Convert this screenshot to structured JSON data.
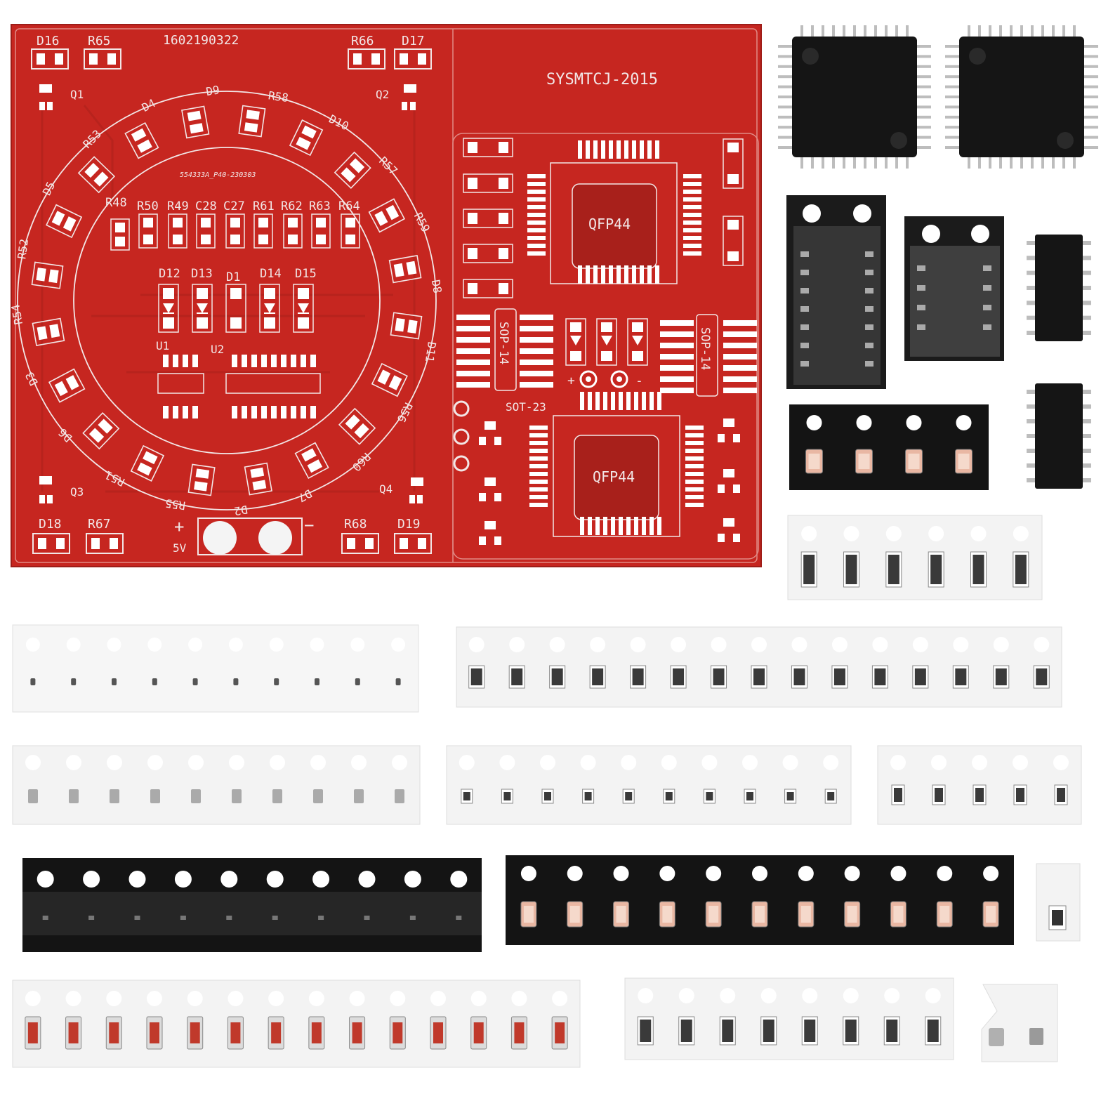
{
  "colors": {
    "pcb": "#c62620",
    "pcb_dark": "#a8201b",
    "silk": "#f2e6e6",
    "pad": "#ffffff",
    "chip": "#151515",
    "tape_white": "#f3f3f3",
    "tape_black": "#141414",
    "led": "#e9b7a3",
    "diode_red": "#c0392b"
  },
  "pcb": {
    "serial": "1602190322",
    "brand": "SYSMTCJ-2015",
    "part_code": "554333A_P40-230303",
    "qfp_label_1": "QFP44",
    "qfp_label_2": "QFP44",
    "sop_label_1": "SOP-14",
    "sop_label_2": "SOP-14",
    "sot_label": "SOT-23",
    "power_plus": "+",
    "power_minus": "−",
    "power_voltage": "5V",
    "cap_plus": "+",
    "cap_minus": "-",
    "corner_labels": {
      "d16": "D16",
      "r65": "R65",
      "r66": "R66",
      "d17": "D17",
      "q1": "Q1",
      "q2": "Q2",
      "q3": "Q3",
      "q4": "Q4",
      "d18": "D18",
      "r67": "R67",
      "r68": "R68",
      "d19": "D19"
    },
    "resistor_row": [
      "R48",
      "R50",
      "R49",
      "C28",
      "C27",
      "R61",
      "R62",
      "R63",
      "R64"
    ],
    "diode_row": [
      "D12",
      "D13",
      "D1",
      "D14",
      "D15"
    ],
    "ic_labels": [
      "U1",
      "U2"
    ],
    "ring_labels": [
      "D9",
      "R58",
      "D10",
      "R57",
      "R59",
      "D8",
      "D11",
      "R56",
      "R60",
      "D7",
      "D2",
      "R55",
      "R51",
      "D6",
      "D3",
      "R54",
      "R52",
      "D5",
      "R53",
      "D4"
    ]
  }
}
